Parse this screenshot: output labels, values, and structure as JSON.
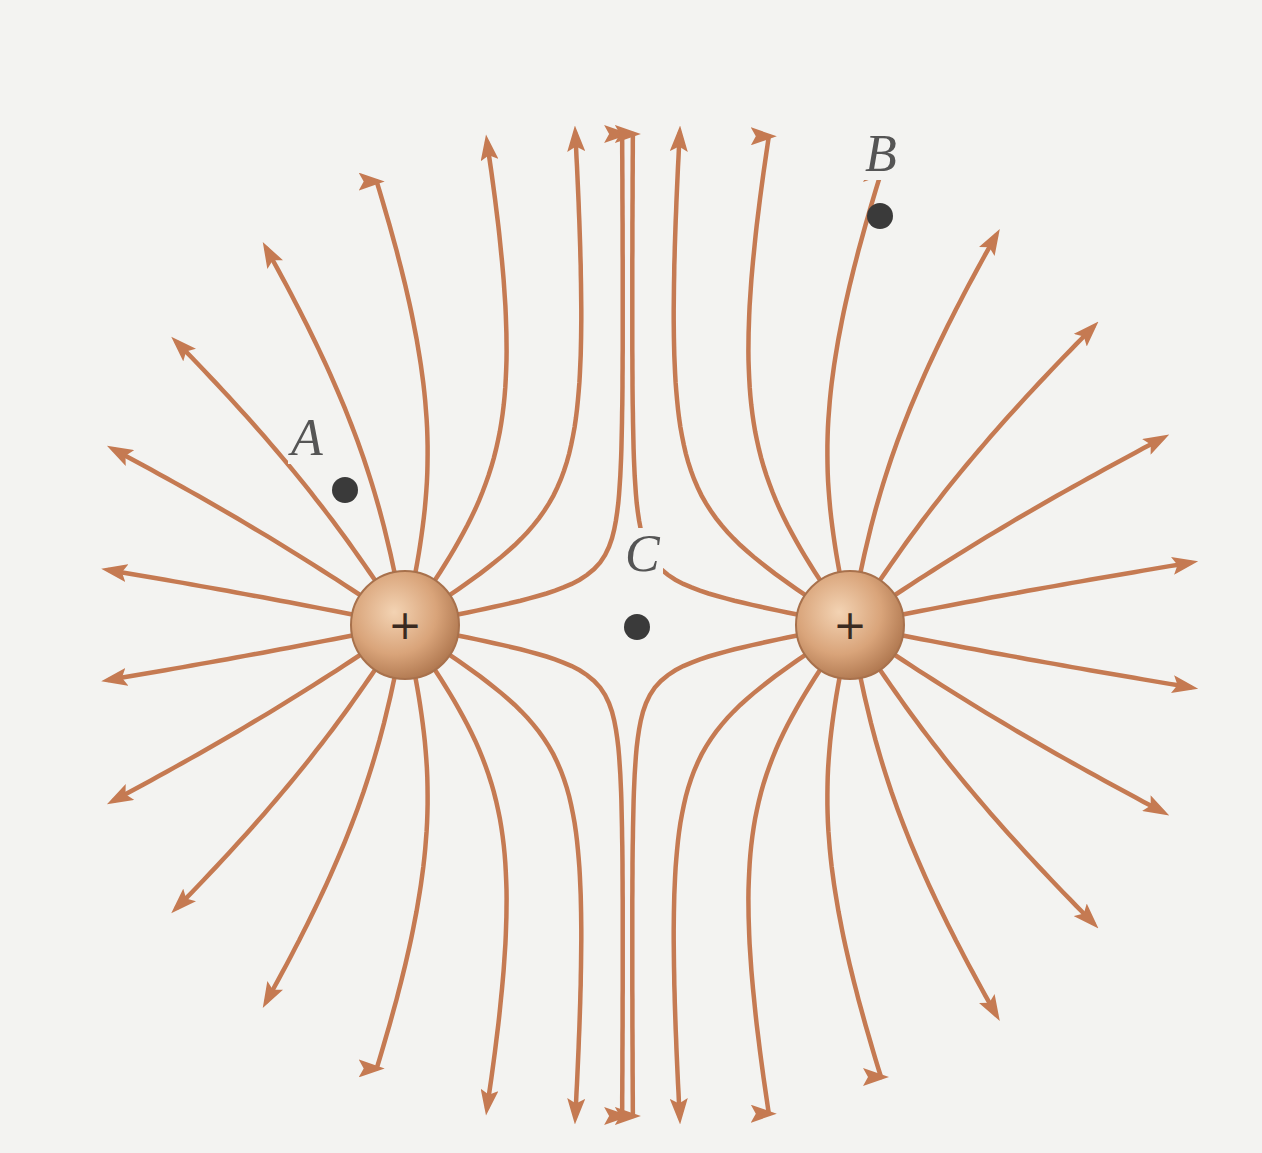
{
  "diagram": {
    "nodes": [
      {
        "text": [
          "+"
        ]
      },
      {
        "text": [
          "+"
        ]
      }
    ],
    "labels": [
      "B",
      "A",
      "C"
    ]
  }
}
